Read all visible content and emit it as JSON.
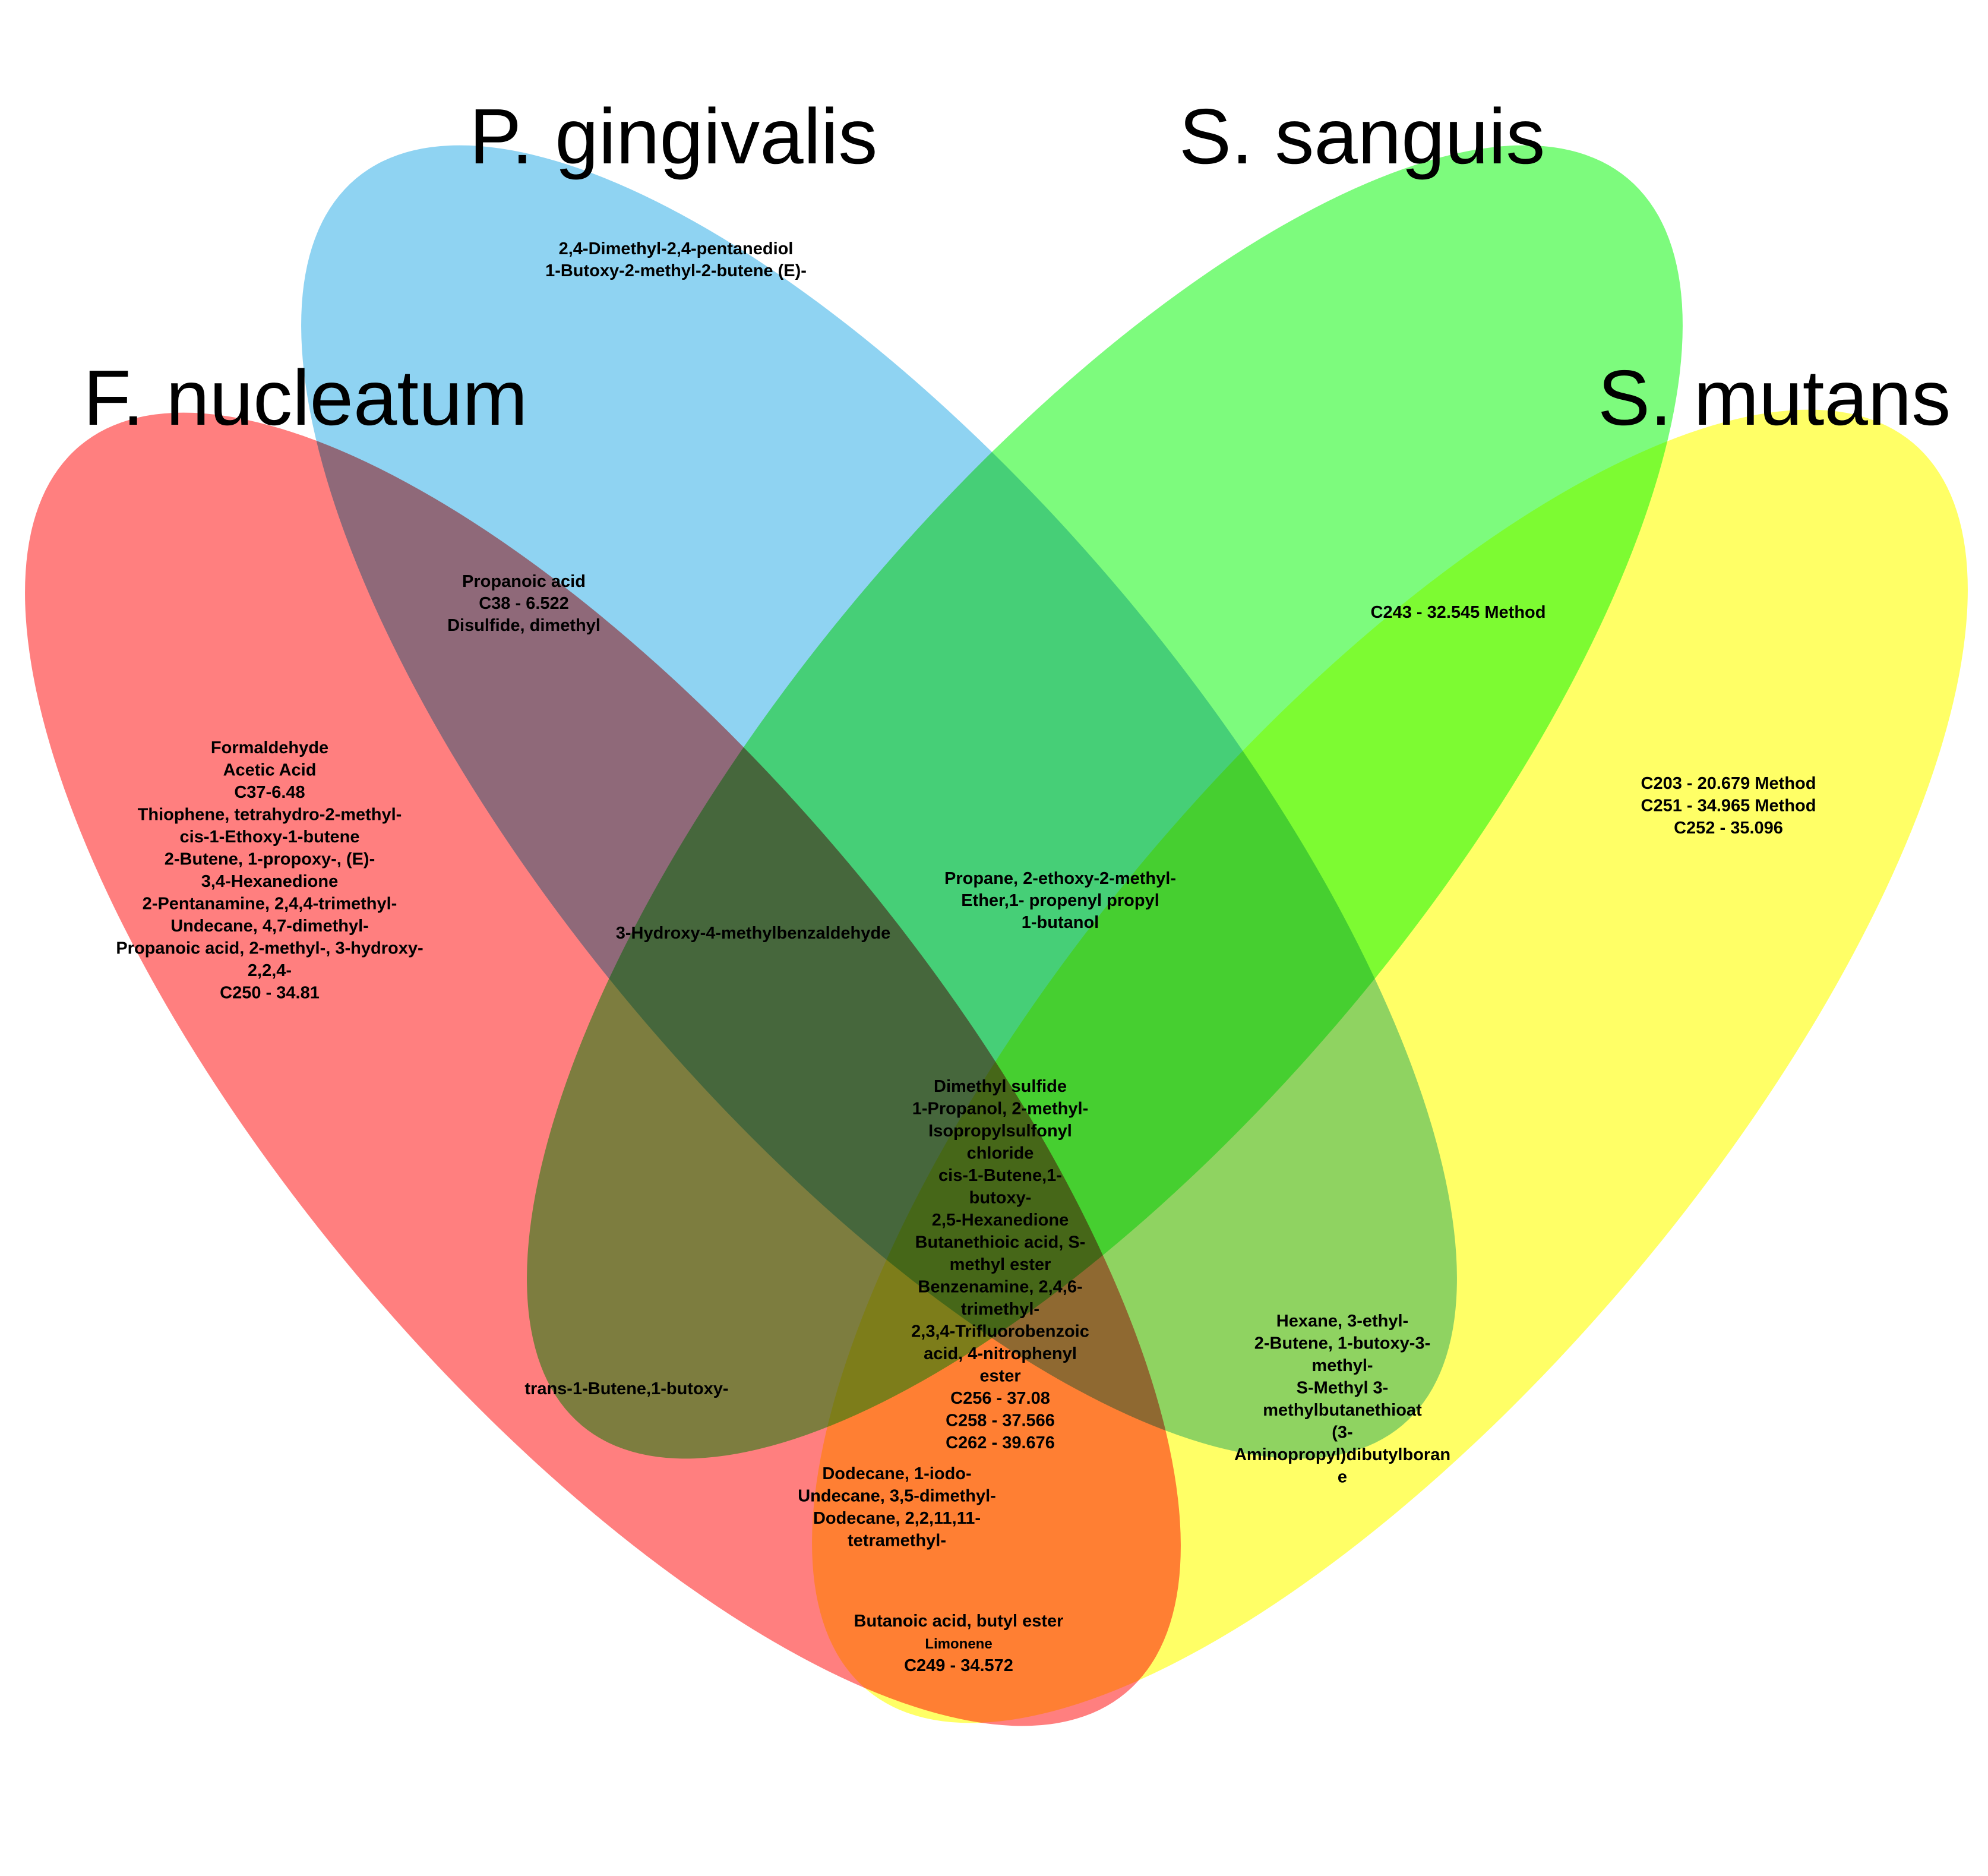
{
  "sets": [
    {
      "id": "fn",
      "name": "F. nucleatum",
      "color": "#ff7f7f"
    },
    {
      "id": "pg",
      "name": "P. gingivalis",
      "color": "#8fd3f2"
    },
    {
      "id": "ss",
      "name": "S. sanguis",
      "color": "#7dfb7d"
    },
    {
      "id": "sm",
      "name": "S. mutans",
      "color": "#ffff66"
    }
  ],
  "regions": {
    "pg_only": [
      "2,4-Dimethyl-2,4-pentanediol",
      "1-Butoxy-2-methyl-2-butene (E)-"
    ],
    "fn_pg": [
      "Propanoic acid",
      "C38 - 6.522",
      "Disulfide, dimethyl"
    ],
    "fn_only": [
      "Formaldehyde",
      "Acetic Acid",
      "C37-6.48",
      "Thiophene, tetrahydro-2-methyl-",
      "cis-1-Ethoxy-1-butene",
      "2-Butene, 1-propoxy-, (E)-",
      "3,4-Hexanedione",
      "2-Pentanamine, 2,4,4-trimethyl-",
      "Undecane, 4,7-dimethyl-",
      "Propanoic acid, 2-methyl-, 3-hydroxy-",
      "2,2,4-",
      "C250 - 34.81"
    ],
    "ss_sm": [
      "C243 - 32.545 Method"
    ],
    "sm_only": [
      "C203 - 20.679 Method",
      "C251 - 34.965 Method",
      "C252 - 35.096"
    ],
    "fn_pg_ss": [
      "3-Hydroxy-4-methylbenzaldehyde"
    ],
    "pg_ss_sm": [
      "Propane, 2-ethoxy-2-methyl-",
      "Ether,1- propenyl propyl",
      "1-butanol"
    ],
    "all_four": [
      "Dimethyl sulfide",
      "1-Propanol, 2-methyl-",
      "Isopropylsulfonyl",
      "chloride",
      "cis-1-Butene,1-",
      "butoxy-",
      "2,5-Hexanedione",
      "Butanethioic acid, S-",
      "methyl ester",
      "Benzenamine, 2,4,6-",
      "trimethyl-",
      "2,3,4-Trifluorobenzoic",
      "acid, 4-nitrophenyl",
      "ester",
      "C256 - 37.08",
      "C258 - 37.566",
      "C262 - 39.676"
    ],
    "fn_ss": [
      "trans-1-Butene,1-butoxy-"
    ],
    "pg_sm": [
      "Hexane, 3-ethyl-",
      "2-Butene, 1-butoxy-3-",
      "methyl-",
      "S-Methyl 3-",
      "methylbutanethioat",
      "(3-",
      "Aminopropyl)dibutylboran",
      "e"
    ],
    "fn_ss_sm": [
      "Dodecane, 1-iodo-",
      "Undecane, 3,5-dimethyl-",
      "Dodecane, 2,2,11,11-",
      "tetramethyl-"
    ],
    "fn_sm_butanoic": "Butanoic acid, butyl ester",
    "fn_sm_limonene": "Limonene",
    "fn_sm_c249": "C249 - 34.572"
  }
}
